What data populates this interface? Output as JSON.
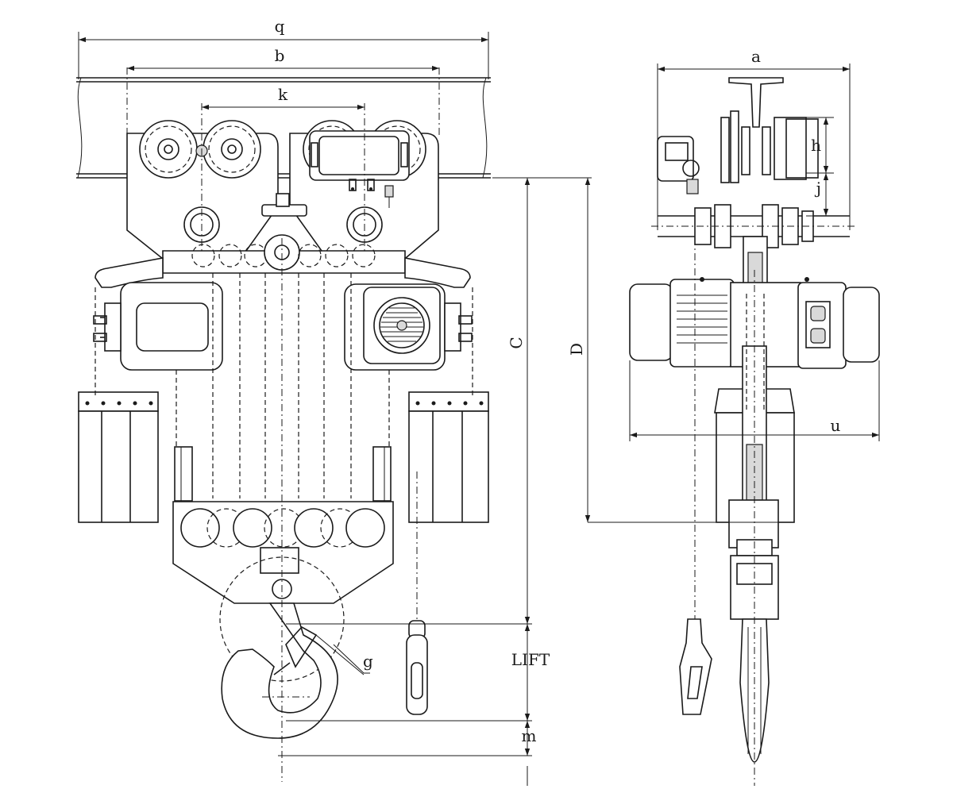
{
  "drawing": {
    "dimension_labels": {
      "q": "q",
      "b": "b",
      "k": "k",
      "a": "a",
      "h": "h",
      "j": "j",
      "c": "C",
      "d": "D",
      "u": "u",
      "lift": "LIFT",
      "g": "g",
      "m": "m"
    }
  }
}
